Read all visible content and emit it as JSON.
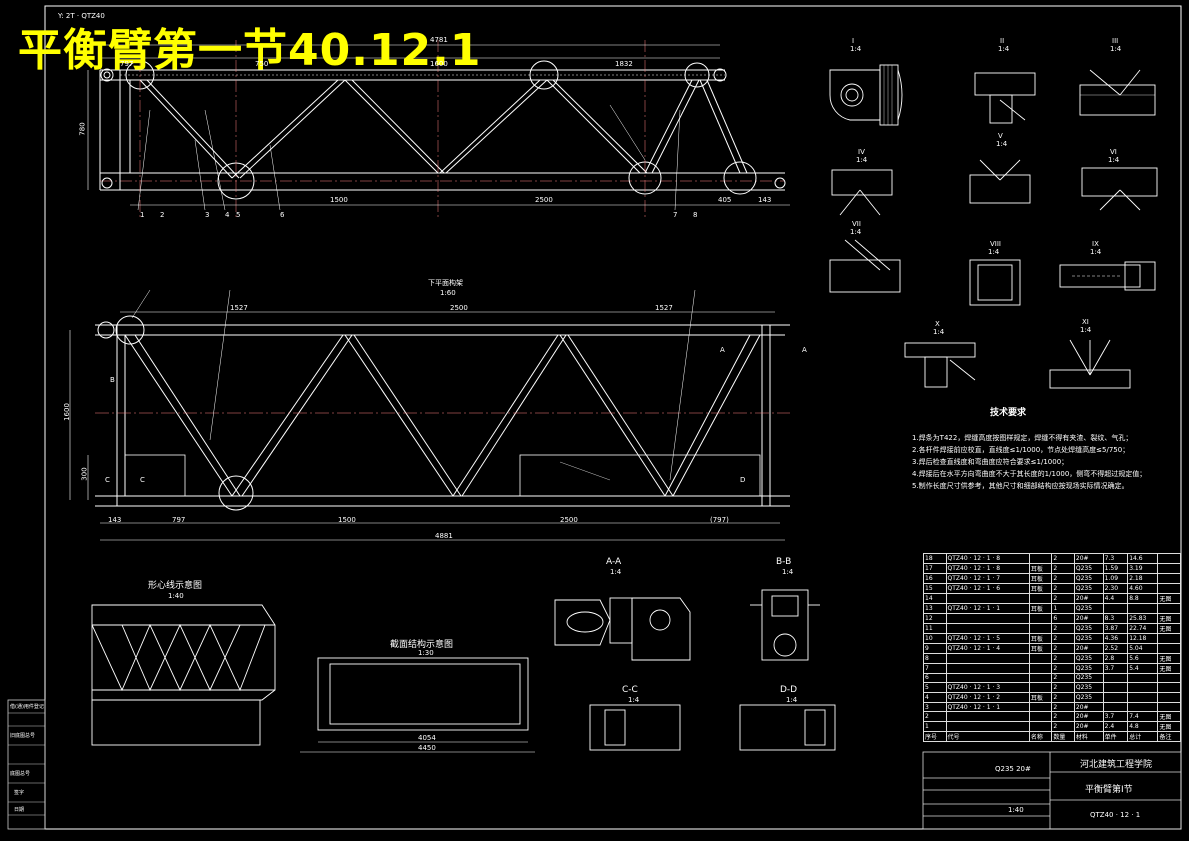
{
  "title": "平衡臂第一节40.12.1",
  "top_left_note": "Y: 2T · QTZ40",
  "elevation_dims": {
    "top": [
      "797",
      "750",
      "1600",
      "1832"
    ],
    "top_overall": "4781",
    "height": "780",
    "bottom": [
      "1500",
      "2500",
      "405",
      "143"
    ],
    "part_numbers": [
      "1",
      "2",
      "3",
      "4",
      "5",
      "6",
      "7",
      "8"
    ]
  },
  "plan_view": {
    "label": "下平面构架",
    "scale": "1:60",
    "dims_top": [
      "1527",
      "2500",
      "1527"
    ],
    "dims_bottom": [
      "143",
      "797",
      "1500",
      "2500",
      "(797)"
    ],
    "overall": "4881",
    "width": "1600",
    "height_small": "300",
    "markers": [
      "A",
      "A",
      "B",
      "C",
      "C",
      "D"
    ]
  },
  "sections": {
    "aa": {
      "name": "A-A",
      "scale": "1:4"
    },
    "bb": {
      "name": "B-B",
      "scale": "1:4"
    },
    "cc": {
      "name": "C-C",
      "scale": "1:4"
    },
    "dd": {
      "name": "D-D",
      "scale": "1:4"
    }
  },
  "detail_views": [
    {
      "id": "I",
      "scale": "1:4"
    },
    {
      "id": "II",
      "scale": "1:4"
    },
    {
      "id": "III",
      "scale": "1:4"
    },
    {
      "id": "IV",
      "scale": "1:4"
    },
    {
      "id": "V",
      "scale": "1:4"
    },
    {
      "id": "VI",
      "scale": "1:4"
    },
    {
      "id": "VII",
      "scale": "1:4"
    },
    {
      "id": "VIII",
      "scale": "1:4"
    },
    {
      "id": "IX",
      "scale": "1:4"
    },
    {
      "id": "X",
      "scale": "1:4"
    },
    {
      "id": "XI",
      "scale": "1:4"
    }
  ],
  "schematics": {
    "form": {
      "label": "形心线示意图",
      "scale": "1:40"
    },
    "cross": {
      "label": "截面结构示意图",
      "scale": "1:30",
      "dims": [
        "4054",
        "4450"
      ]
    }
  },
  "tech_requirements": {
    "heading": "技术要求",
    "lines": [
      "1.焊条为T422，焊缝高度按图样规定，焊缝不得有夹渣、裂纹、气孔；",
      "2.各杆件焊接前应校直，直线度≤1/1000，节点处焊缝高度≤5/750；",
      "3.焊后检查直线度和弯曲度应符合要求≤1/1000；",
      "4.焊接后在水平方向弯曲度不大于其长度的1/1000，侧弯不得超过规定值；",
      "5.制作长度尺寸供参考，其他尺寸和细部结构应按现场实际情况确定。"
    ]
  },
  "bom": {
    "rows": [
      [
        "18",
        "QTZ40 · 12 · 1 · 8",
        "",
        "2",
        "20#",
        "7.3",
        "14.6",
        ""
      ],
      [
        "17",
        "QTZ40 · 12 · 1 · 8",
        "耳板",
        "2",
        "Q235",
        "1.59",
        "3.19",
        ""
      ],
      [
        "16",
        "QTZ40 · 12 · 1 · 7",
        "耳板",
        "2",
        "Q235",
        "1.09",
        "2.18",
        ""
      ],
      [
        "15",
        "QTZ40 · 12 · 1 · 6",
        "耳板",
        "2",
        "Q235",
        "2.30",
        "4.60",
        ""
      ],
      [
        "14",
        "",
        "",
        "2",
        "20#",
        "4.4",
        "8.8",
        "无图"
      ],
      [
        "13",
        "QTZ40 · 12 · 1 · 1",
        "耳板",
        "1",
        "Q235",
        "",
        "",
        ""
      ],
      [
        "12",
        "",
        "",
        "6",
        "20#",
        "8.3",
        "25.83",
        "无图"
      ],
      [
        "11",
        "",
        "",
        "2",
        "Q235",
        "3.87",
        "22.74",
        "无图"
      ],
      [
        "10",
        "QTZ40 · 12 · 1 · 5",
        "耳板",
        "2",
        "Q235",
        "4.36",
        "12.18",
        ""
      ],
      [
        "9",
        "QTZ40 · 12 · 1 · 4",
        "耳板",
        "2",
        "20#",
        "2.52",
        "5.04",
        ""
      ],
      [
        "8",
        "",
        "",
        "2",
        "Q235",
        "2.8",
        "5.6",
        "无图"
      ],
      [
        "7",
        "",
        "",
        "2",
        "Q235",
        "3.7",
        "5.4",
        "无图"
      ],
      [
        "6",
        "",
        "",
        "2",
        "Q235",
        "",
        "",
        ""
      ],
      [
        "5",
        "QTZ40 · 12 · 1 · 3",
        "",
        "2",
        "Q235",
        "",
        "",
        ""
      ],
      [
        "4",
        "QTZ40 · 12 · 1 · 2",
        "耳板",
        "2",
        "Q235",
        "",
        "",
        ""
      ],
      [
        "3",
        "QTZ40 · 12 · 1 · 1",
        "",
        "2",
        "20#",
        "",
        "",
        ""
      ],
      [
        "2",
        "",
        "",
        "2",
        "20#",
        "3.7",
        "7.4",
        "无图"
      ],
      [
        "1",
        "",
        "",
        "2",
        "20#",
        "2.4",
        "4.8",
        "无图"
      ]
    ],
    "header": [
      "序号",
      "代号",
      "名称",
      "数量",
      "材料",
      "单件",
      "总计",
      "备注"
    ]
  },
  "title_block": {
    "material": "Q235 20#",
    "school": "河北建筑工程学院",
    "drawing_name": "平衡臂第Ⅰ节",
    "drawing_code": "QTZ40 · 12 · 1",
    "scale": "1:40"
  },
  "left_strip": [
    "借(通)用件登记",
    "旧底图总号",
    "底图总号",
    "签字",
    "日期"
  ]
}
